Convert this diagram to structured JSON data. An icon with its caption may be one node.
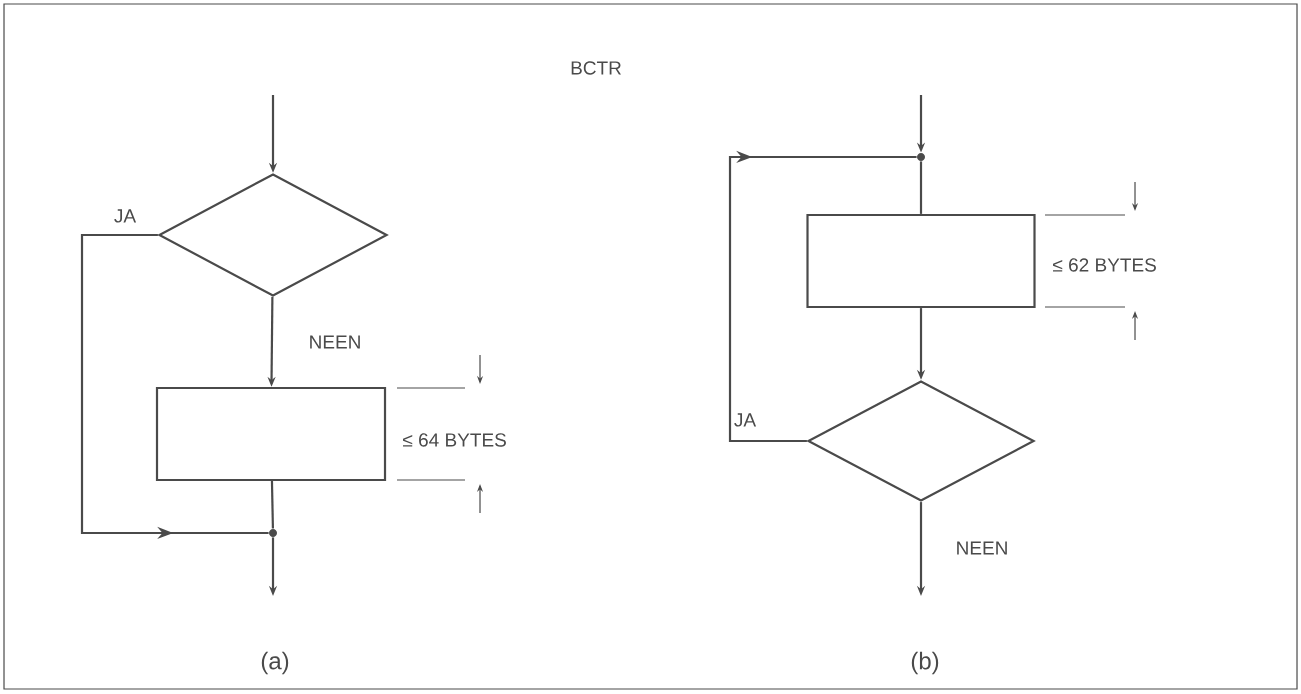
{
  "diagram": {
    "title": "BCTR",
    "nodes": [
      {
        "text": [],
        "shape": "diamond"
      },
      {
        "text": [],
        "shape": "box",
        "beside": [
          "≤ 64 BYTES"
        ]
      },
      {
        "text": [],
        "shape": "circle"
      },
      {
        "text": [],
        "shape": "circle"
      },
      {
        "text": [],
        "shape": "box",
        "beside": [
          "≤ 62 BYTES"
        ]
      },
      {
        "text": [],
        "shape": "diamond"
      }
    ],
    "edges": [
      {
        "from": null,
        "to": 0,
        "arrow": "to"
      },
      {
        "from": 0,
        "to": 1,
        "arrow": "to",
        "label": "NEEN"
      },
      {
        "from": 0,
        "to": 2,
        "arrow": "to",
        "label": "JA"
      },
      {
        "from": 1,
        "to": 2,
        "arrow": "none"
      },
      {
        "from": 2,
        "to": null,
        "arrow": "to"
      },
      {
        "from": null,
        "to": 3,
        "arrow": "to"
      },
      {
        "from": 3,
        "to": 4,
        "arrow": "none"
      },
      {
        "from": 4,
        "to": 5,
        "arrow": "to"
      },
      {
        "from": 5,
        "to": 3,
        "arrow": "to",
        "label": "JA"
      },
      {
        "from": 5,
        "to": null,
        "arrow": "to",
        "label": "NEEN"
      }
    ],
    "labels": [
      "(a)",
      "(b)"
    ]
  }
}
